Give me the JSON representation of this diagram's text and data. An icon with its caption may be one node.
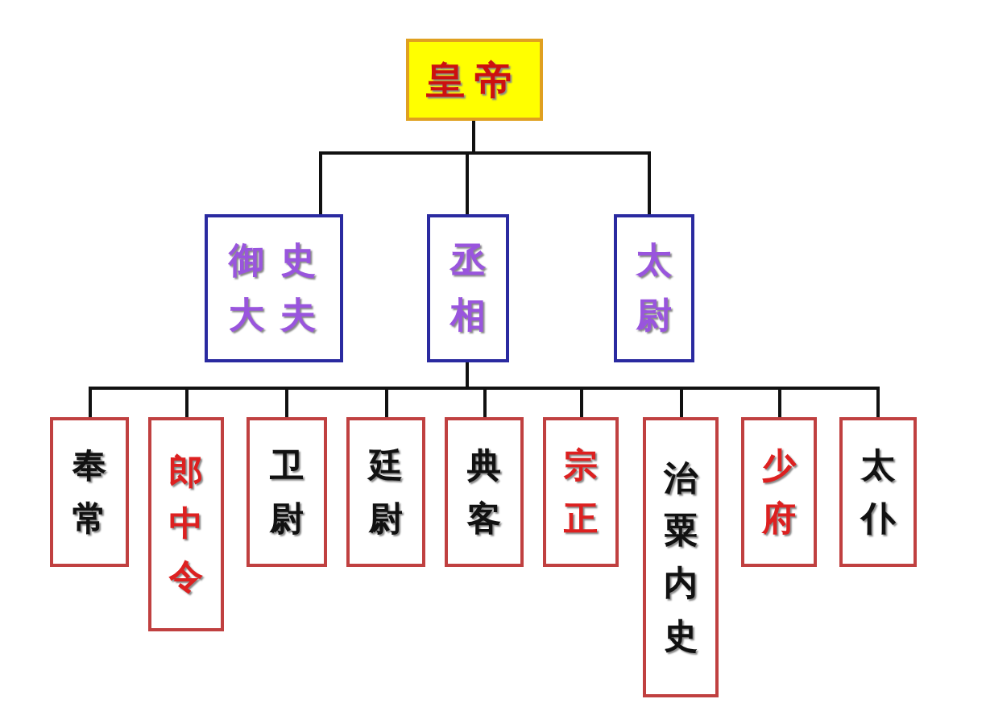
{
  "diagram": {
    "nodes": [
      {
        "text": [
          "皇帝"
        ]
      },
      {
        "text": [
          "御史大夫"
        ]
      },
      {
        "text": [
          "丞相"
        ]
      },
      {
        "text": [
          "太尉"
        ]
      },
      {
        "text": [
          "奉常"
        ]
      },
      {
        "text": [
          "郎中令"
        ]
      },
      {
        "text": [
          "卫尉"
        ]
      },
      {
        "text": [
          "廷尉"
        ]
      },
      {
        "text": [
          "典客"
        ]
      },
      {
        "text": [
          "宗正"
        ]
      },
      {
        "text": [
          "治粟内史"
        ]
      },
      {
        "text": [
          "少府"
        ]
      },
      {
        "text": [
          "太仆"
        ]
      }
    ],
    "edges": [
      {
        "from": 0,
        "to": 1,
        "arrow": "none"
      },
      {
        "from": 0,
        "to": 2,
        "arrow": "none"
      },
      {
        "from": 0,
        "to": 3,
        "arrow": "none"
      },
      {
        "from": 2,
        "to": 4,
        "arrow": "none"
      },
      {
        "from": 2,
        "to": 5,
        "arrow": "none"
      },
      {
        "from": 2,
        "to": 6,
        "arrow": "none"
      },
      {
        "from": 2,
        "to": 7,
        "arrow": "none"
      },
      {
        "from": 2,
        "to": 8,
        "arrow": "none"
      },
      {
        "from": 2,
        "to": 9,
        "arrow": "none"
      },
      {
        "from": 2,
        "to": 10,
        "arrow": "none"
      },
      {
        "from": 2,
        "to": 11,
        "arrow": "none"
      },
      {
        "from": 2,
        "to": 12,
        "arrow": "none"
      }
    ]
  }
}
